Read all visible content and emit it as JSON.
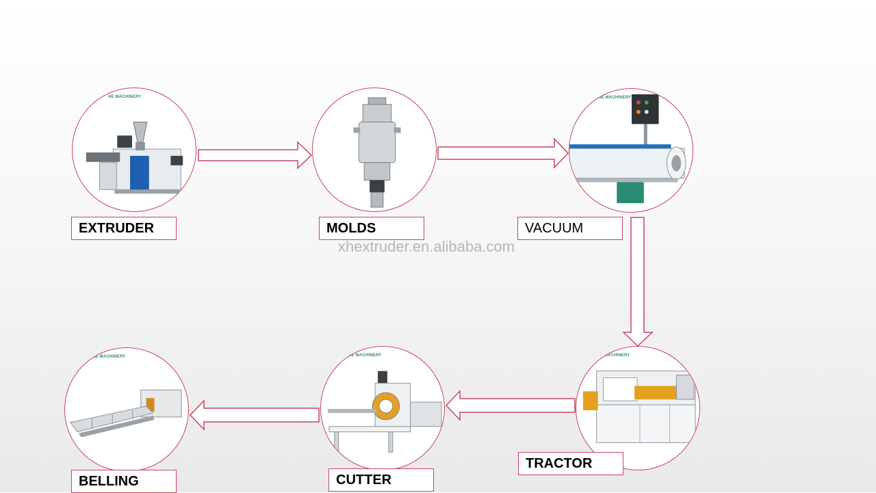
{
  "steps": [
    {
      "label": "EXTRUDER",
      "icon": "extruder-machine-icon"
    },
    {
      "label": "MOLDS",
      "icon": "mold-die-icon"
    },
    {
      "label": "VACUUM",
      "icon": "vacuum-tank-icon"
    },
    {
      "label": "TRACTOR",
      "icon": "haul-off-tractor-icon"
    },
    {
      "label": "CUTTER",
      "icon": "pipe-cutter-icon"
    },
    {
      "label": "BELLING",
      "icon": "belling-machine-icon"
    }
  ],
  "watermark": "xhextruder.en.alibaba.com",
  "logo_text": "HE MACHINERY",
  "colors": {
    "border": "#c8455f",
    "arrow": "#c8455f",
    "logo": "#2a8a72"
  }
}
